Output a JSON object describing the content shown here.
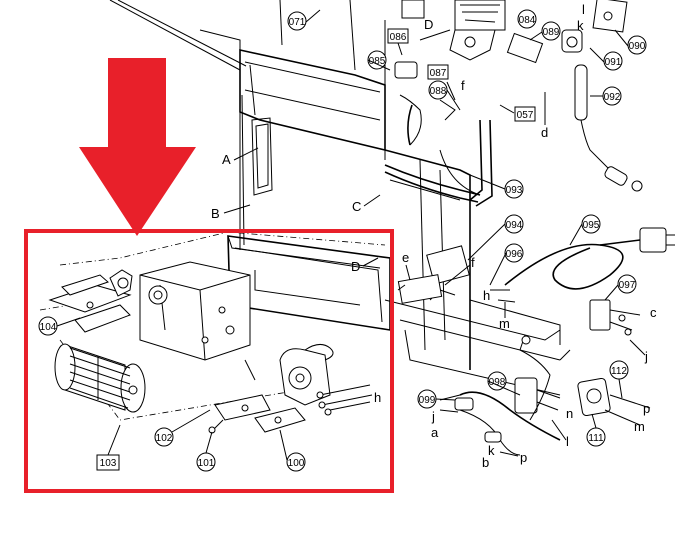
{
  "part_numbers": {
    "p071": "071",
    "p084": "084",
    "p085": "085",
    "p086": "086",
    "p087": "087",
    "p088": "088",
    "p089": "089",
    "p090": "090",
    "p091": "091",
    "p092": "092",
    "p057": "057",
    "p093": "093",
    "p094": "094",
    "p095": "095",
    "p096": "096",
    "p097": "097",
    "p098": "098",
    "p099": "099",
    "p100": "100",
    "p101": "101",
    "p102": "102",
    "p103": "103",
    "p104": "104",
    "p111": "111",
    "p112": "112"
  },
  "connector_letters": {
    "A": "A",
    "B": "B",
    "C": "C",
    "D": "D",
    "a": "a",
    "b": "b",
    "c": "c",
    "d": "d",
    "e": "e",
    "f": "f",
    "h": "h",
    "j": "j",
    "k": "k",
    "l": "l",
    "m": "m",
    "n": "n",
    "p": "p"
  },
  "highlight": {
    "arrow_color": "#E8202A",
    "box_color": "#E8202A"
  }
}
